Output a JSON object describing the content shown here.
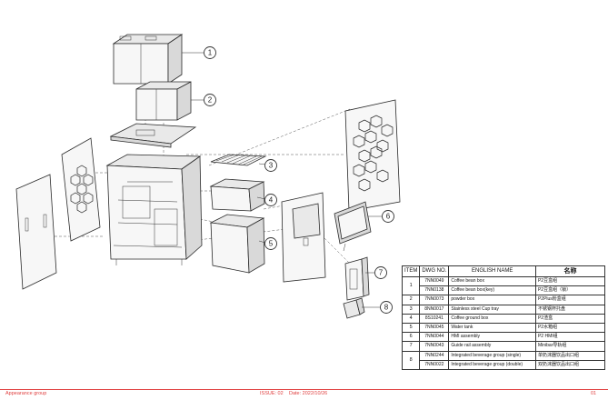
{
  "callouts": [
    "1",
    "2",
    "3",
    "4",
    "5",
    "6",
    "7",
    "8"
  ],
  "bom": {
    "headers": {
      "item": "ITEM",
      "dwg": "DWG NO.",
      "english": "ENGLISH NAME",
      "chinese": "名称"
    },
    "rows": [
      {
        "item": "1",
        "dwg": "7NN0049",
        "english": "Coffee bean box",
        "chinese": "P2豆盒组"
      },
      {
        "item": "",
        "dwg": "7NN0138",
        "english": "Coffee bean box(key)",
        "chinese": "P2豆盒组（锁）"
      },
      {
        "item": "2",
        "dwg": "7NN0073",
        "english": "powder box",
        "chinese": "P2Plus粉盒组"
      },
      {
        "item": "3",
        "dwg": "8NN0017",
        "english": "Stainless steel Cup tray",
        "chinese": "不锈钢杯托盘"
      },
      {
        "item": "4",
        "dwg": "8S10241",
        "english": "Coffee ground box",
        "chinese": "P2渣盒"
      },
      {
        "item": "5",
        "dwg": "7NN0045",
        "english": "Water tank",
        "chinese": "P2水箱组"
      },
      {
        "item": "6",
        "dwg": "7NN0044",
        "english": "HMI assembly",
        "chinese": "P2 HMI组"
      },
      {
        "item": "7",
        "dwg": "7NN0043",
        "english": "Guide rail assembly",
        "chinese": "Minibar导轨组"
      },
      {
        "item": "8",
        "dwg": "7NN0244",
        "english": "Integrated beverage group (single)",
        "chinese": "单奶沫器饮品出口组"
      },
      {
        "item": "",
        "dwg": "7NN0022",
        "english": "Integrated beverage group (double)",
        "chinese": "双奶沫器饮品出口组"
      }
    ]
  },
  "footer": {
    "left": "Appearance group",
    "issue": "ISSUE: 02",
    "date": "Date: 2022/10/26",
    "page": "01"
  },
  "colors": {
    "footer": "#e04040",
    "line": "#2a2a2a"
  }
}
